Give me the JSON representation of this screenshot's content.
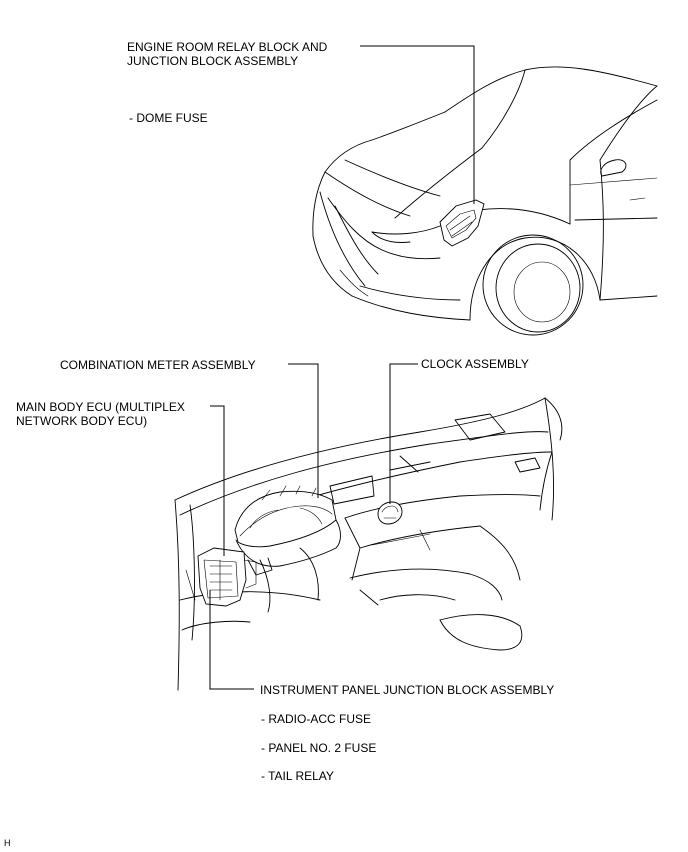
{
  "labels": {
    "engine_relay_line1": "ENGINE ROOM RELAY BLOCK AND",
    "engine_relay_line2": "JUNCTION BLOCK ASSEMBLY",
    "dome_fuse": "- DOME FUSE",
    "combination_meter": "COMBINATION METER ASSEMBLY",
    "clock": "CLOCK ASSEMBLY",
    "main_body_ecu_line1": "MAIN BODY ECU (MULTIPLEX",
    "main_body_ecu_line2": "NETWORK BODY ECU)",
    "instrument_panel_jb": "INSTRUMENT PANEL JUNCTION BLOCK ASSEMBLY",
    "radio_acc_fuse": "- RADIO-ACC FUSE",
    "panel_no2_fuse": "- PANEL NO. 2 FUSE",
    "tail_relay": "- TAIL RELAY"
  },
  "corner_mark": "H"
}
